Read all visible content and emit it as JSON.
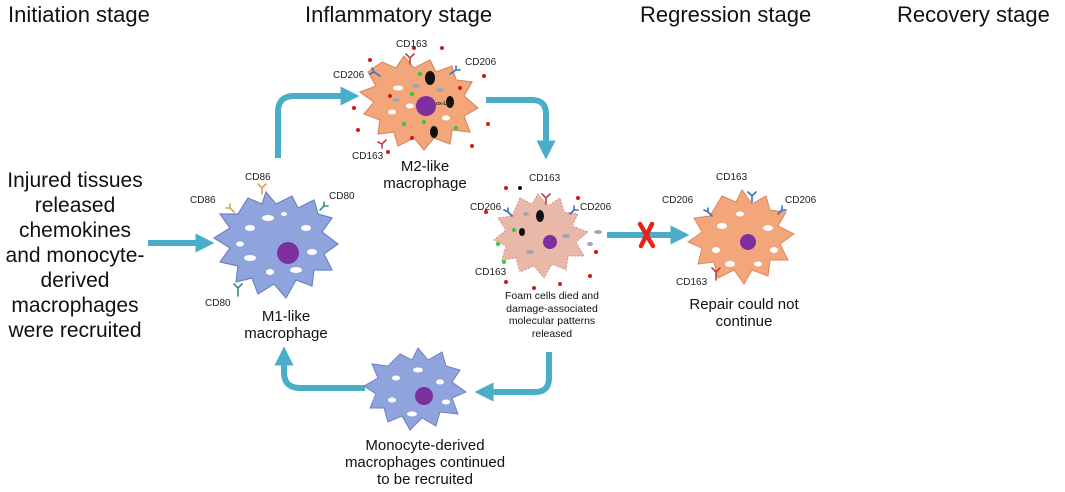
{
  "stages": {
    "initiation": "Initiation  stage",
    "inflammatory": "Inflammatory stage",
    "regression": "Regression stage",
    "recovery": "Recovery stage"
  },
  "intro_lines": [
    "Injured tissues",
    "released",
    "chemokines",
    "and monocyte-",
    "derived",
    "macrophages",
    "were recruited"
  ],
  "m1": {
    "label_lines": [
      "M1-like",
      "macrophage"
    ],
    "markers": [
      "CD86",
      "CD86",
      "CD80",
      "CD80"
    ]
  },
  "m2": {
    "label_lines": [
      "M2-like",
      "macrophage"
    ],
    "markers": [
      "CD163",
      "CD206",
      "CD206",
      "CD163"
    ],
    "ox_ldl": "ox-LDL"
  },
  "foam": {
    "caption_lines": [
      "Foam cells died and",
      "damage-associated",
      "molecular patterns",
      "released"
    ],
    "markers": [
      "CD163",
      "CD206",
      "CD206",
      "CD163"
    ]
  },
  "recovery_cell": {
    "caption_lines": [
      "Repair could not",
      "continue"
    ],
    "markers": [
      "CD163",
      "CD206",
      "CD206",
      "CD163"
    ]
  },
  "monocyte": {
    "caption_lines": [
      "Monocyte-derived",
      "macrophages continued",
      "to be recruited"
    ]
  },
  "colors": {
    "arrow": "#4aaec8",
    "blocked_x": "#e8231c",
    "m1_cell": "#8fa3dc",
    "m2_cell": "#f2a67a",
    "foam_cell": "#e9b8a8",
    "nucleus": "#7d2f9e",
    "dot_red": "#d01818",
    "dot_green": "#3ec43e"
  }
}
